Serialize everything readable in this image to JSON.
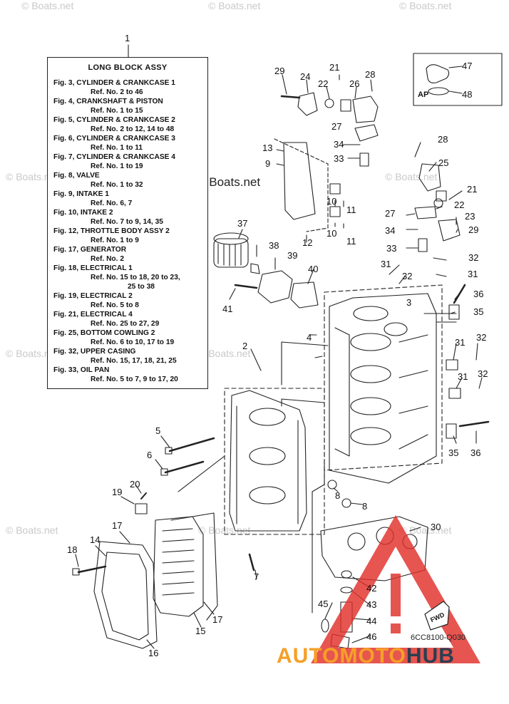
{
  "label_box": {
    "number": "1",
    "title": "LONG  BLOCK ASSY",
    "entries": [
      {
        "fig": "Fig. 3, CYLINDER & CRANKCASE 1",
        "ref": "Ref. No. 2 to 46"
      },
      {
        "fig": "Fig. 4, CRANKSHAFT & PISTON",
        "ref": "Ref. No. 1 to 15"
      },
      {
        "fig": "Fig. 5, CYLINDER & CRANKCASE 2",
        "ref": "Ref. No. 2 to 12, 14 to 48"
      },
      {
        "fig": "Fig. 6, CYLINDER & CRANKCASE 3",
        "ref": "Ref. No. 1 to 11"
      },
      {
        "fig": "Fig. 7, CYLINDER & CRANKCASE 4",
        "ref": "Ref. No. 1 to 19"
      },
      {
        "fig": "Fig. 8, VALVE",
        "ref": "Ref. No. 1 to 32"
      },
      {
        "fig": "Fig. 9, INTAKE 1",
        "ref": "Ref. No. 6, 7"
      },
      {
        "fig": "Fig. 10, INTAKE 2",
        "ref": "Ref. No. 7 to 9, 14, 35"
      },
      {
        "fig": "Fig. 12, THROTTLE BODY ASSY 2",
        "ref": "Ref. No. 1 to 9"
      },
      {
        "fig": "Fig. 17, GENERATOR",
        "ref": "Ref. No. 2"
      },
      {
        "fig": "Fig. 18, ELECTRICAL 1",
        "ref": "Ref. No. 15 to 18, 20 to 23,",
        "ref2": "25 to 38"
      },
      {
        "fig": "Fig. 19, ELECTRICAL 2",
        "ref": "Ref. No. 5 to 8"
      },
      {
        "fig": "Fig. 21, ELECTRICAL 4",
        "ref": "Ref. No. 25 to 27, 29"
      },
      {
        "fig": "Fig. 25, BOTTOM COWLING 2",
        "ref": "Ref. No. 6 to 10, 17 to 19"
      },
      {
        "fig": "Fig. 32, UPPER CASING",
        "ref": "Ref. No. 15, 17, 18, 21, 25"
      },
      {
        "fig": "Fig. 33, OIL PAN",
        "ref": "Ref. No. 5 to 7, 9 to 17, 20"
      }
    ]
  },
  "inset": {
    "label": "AP",
    "parts": [
      "47",
      "48"
    ]
  },
  "callouts": [
    "29",
    "24",
    "22",
    "21",
    "26",
    "28",
    "27",
    "34",
    "33",
    "13",
    "9",
    "10",
    "11",
    "10",
    "11",
    "12",
    "37",
    "38",
    "39",
    "40",
    "41",
    "28",
    "25",
    "21",
    "22",
    "27",
    "23",
    "34",
    "29",
    "33",
    "32",
    "31",
    "32",
    "31",
    "3",
    "36",
    "35",
    "4",
    "2",
    "31",
    "32",
    "31",
    "32",
    "35",
    "36",
    "5",
    "6",
    "20",
    "19",
    "8",
    "8",
    "17",
    "14",
    "18",
    "30",
    "42",
    "43",
    "45",
    "44",
    "46",
    "7",
    "17",
    "15",
    "16"
  ],
  "watermark": {
    "main": "© Boats.net",
    "repeat": "© Boats.net"
  },
  "fwd_label": "FWD",
  "drawing_code": "6CC8100-Q030",
  "brand": {
    "part1": "AUTOMOTO",
    "part2": "HUB"
  },
  "colors": {
    "line": "#222222",
    "brand_orange": "#f5a028",
    "brand_dark": "#2c3e50",
    "warning_red": "#e0302a"
  }
}
